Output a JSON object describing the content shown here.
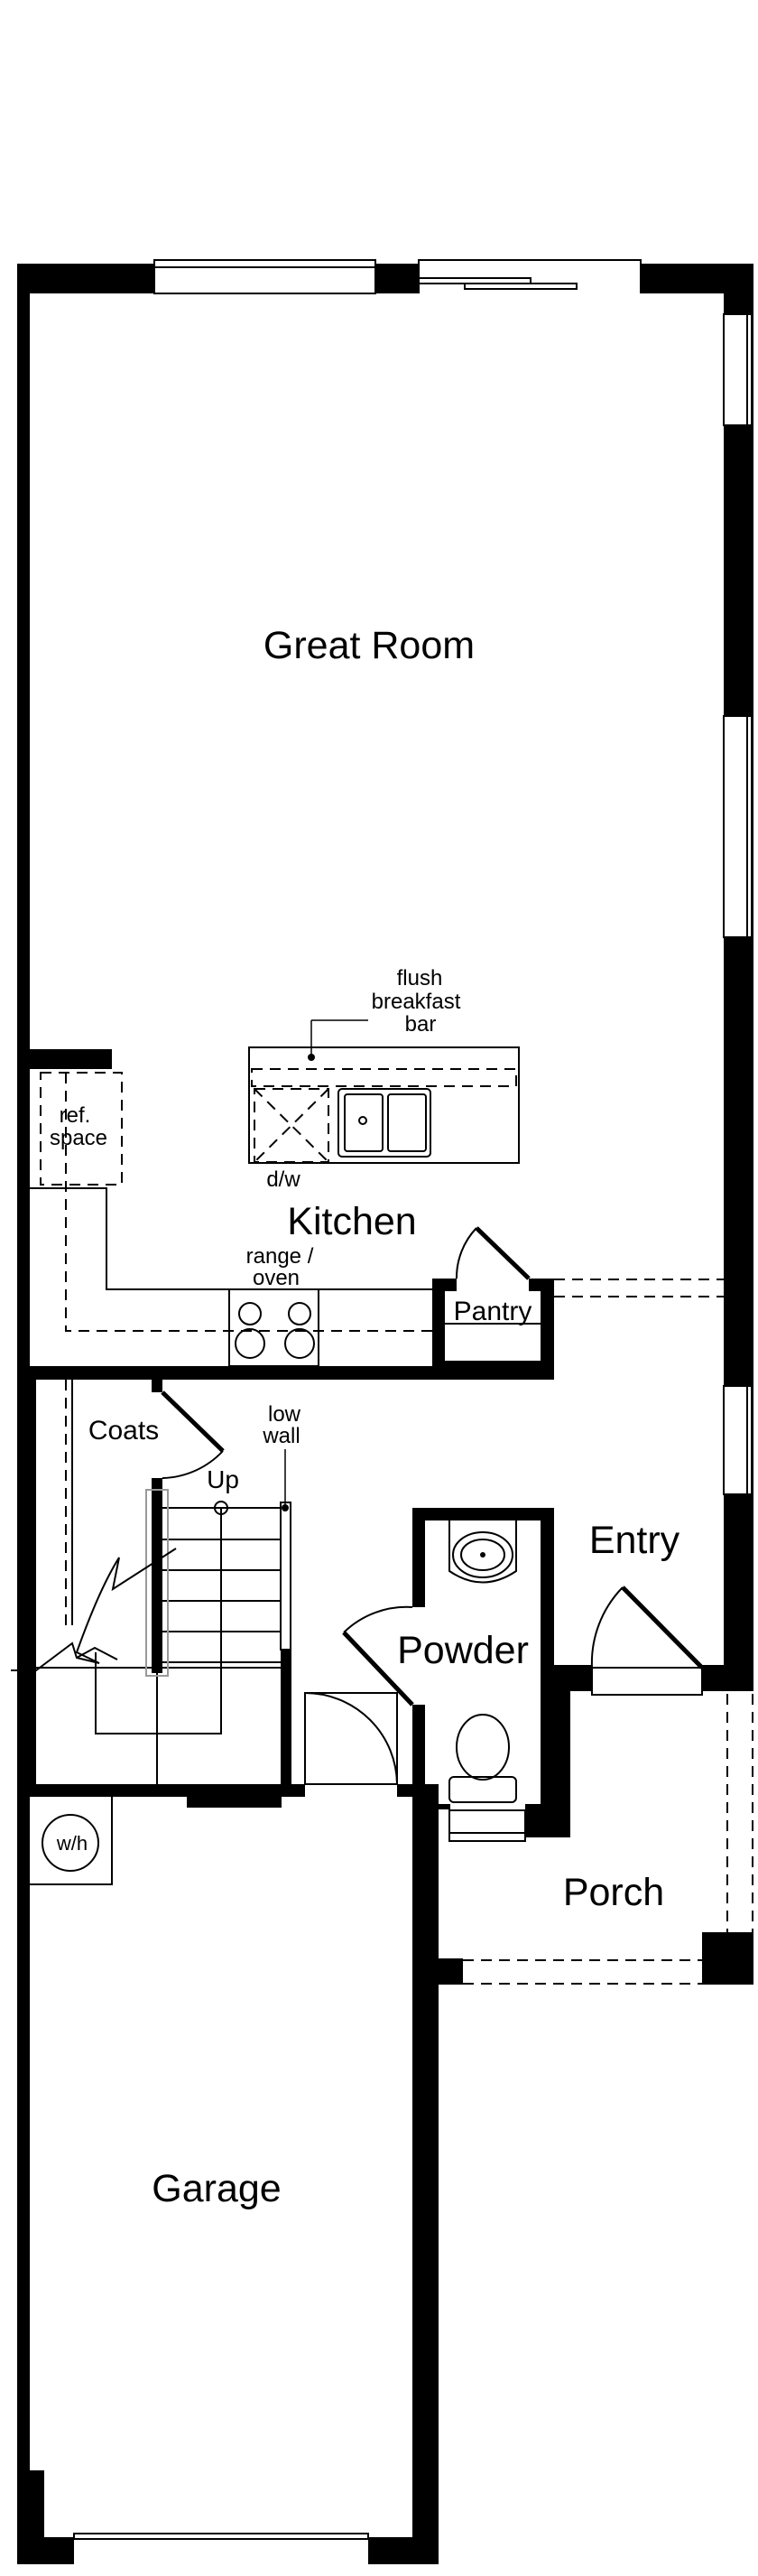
{
  "plan": {
    "rooms": {
      "great_room": "Great Room",
      "kitchen": "Kitchen",
      "pantry": "Pantry",
      "coats": "Coats",
      "entry": "Entry",
      "powder": "Powder",
      "porch": "Porch",
      "garage": "Garage"
    },
    "annotations": {
      "breakfast_bar": [
        "flush",
        "breakfast",
        "bar"
      ],
      "ref_space": [
        "ref.",
        "space"
      ],
      "dishwasher": "d/w",
      "range_oven": [
        "range /",
        "oven"
      ],
      "low_wall": [
        "low",
        "wall"
      ],
      "stairs_up": "Up",
      "water_heater": "w/h"
    },
    "colors": {
      "wall": "#000000",
      "background": "#ffffff"
    }
  }
}
